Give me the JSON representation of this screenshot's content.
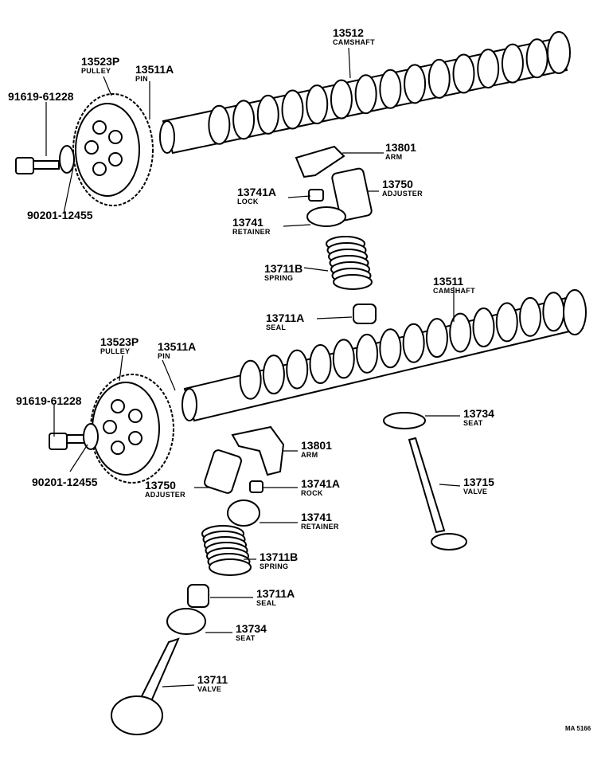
{
  "parts": [
    {
      "id": "p1",
      "number": "13512",
      "name": "CAMSHAFT"
    },
    {
      "id": "p2",
      "number": "13523P",
      "name": "PULLEY"
    },
    {
      "id": "p3",
      "number": "13511A",
      "name": "PIN"
    },
    {
      "id": "p4",
      "number": "91619-61228",
      "name": ""
    },
    {
      "id": "p5",
      "number": "90201-12455",
      "name": ""
    },
    {
      "id": "p6",
      "number": "13801",
      "name": "ARM"
    },
    {
      "id": "p7",
      "number": "13750",
      "name": "ADJUSTER"
    },
    {
      "id": "p8",
      "number": "13741A",
      "name": "LOCK"
    },
    {
      "id": "p9",
      "number": "13741",
      "name": "RETAINER"
    },
    {
      "id": "p10",
      "number": "13711B",
      "name": "SPRING"
    },
    {
      "id": "p11",
      "number": "13711A",
      "name": "SEAL"
    },
    {
      "id": "p12",
      "number": "13511",
      "name": "CAMSHAFT"
    },
    {
      "id": "p13",
      "number": "13523P",
      "name": "PULLEY"
    },
    {
      "id": "p14",
      "number": "13511A",
      "name": "PIN"
    },
    {
      "id": "p15",
      "number": "91619-61228",
      "name": ""
    },
    {
      "id": "p16",
      "number": "90201-12455",
      "name": ""
    },
    {
      "id": "p17",
      "number": "13734",
      "name": "SEAT"
    },
    {
      "id": "p18",
      "number": "13801",
      "name": "ARM"
    },
    {
      "id": "p19",
      "number": "13715",
      "name": "VALVE"
    },
    {
      "id": "p20",
      "number": "13750",
      "name": "ADJUSTER"
    },
    {
      "id": "p21",
      "number": "13741A",
      "name": "ROCK"
    },
    {
      "id": "p22",
      "number": "13741",
      "name": "RETAINER"
    },
    {
      "id": "p23",
      "number": "13711B",
      "name": "SPRING"
    },
    {
      "id": "p24",
      "number": "13711A",
      "name": "SEAL"
    },
    {
      "id": "p25",
      "number": "13734",
      "name": "SEAT"
    },
    {
      "id": "p26",
      "number": "13711",
      "name": "VALVE"
    }
  ],
  "figure_code": "MA 5166"
}
